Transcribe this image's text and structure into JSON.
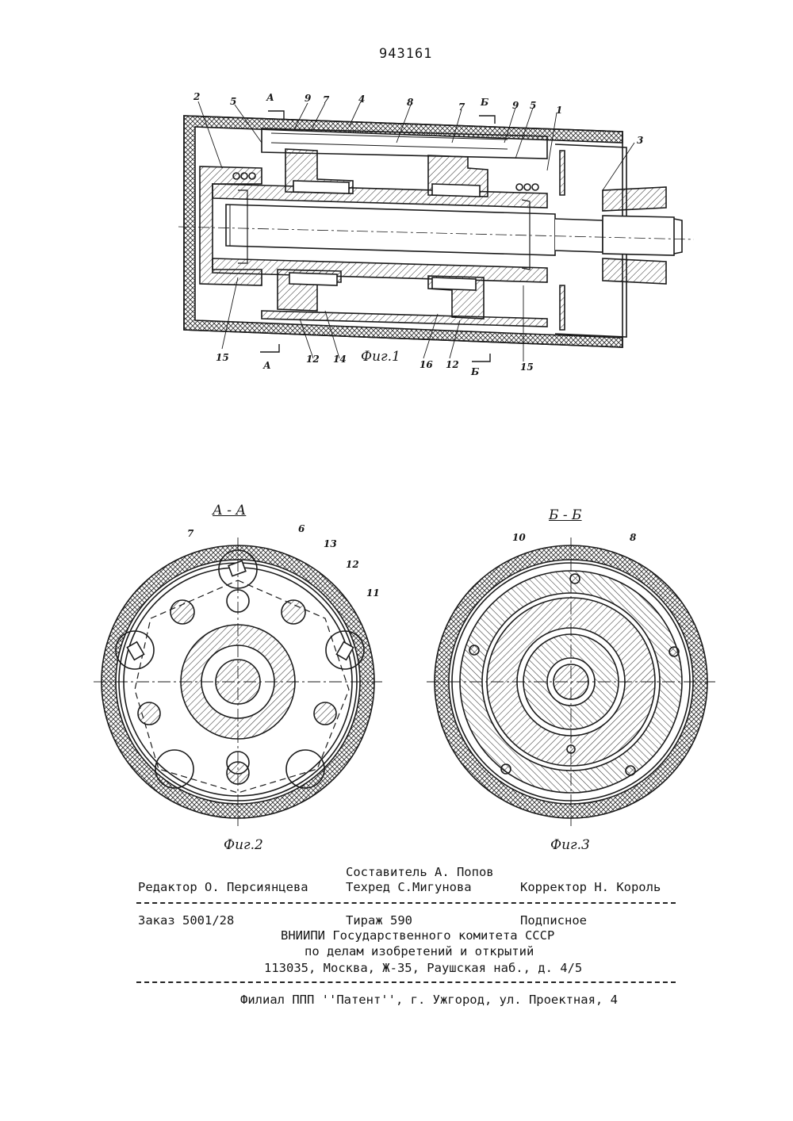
{
  "patent_number": "943161",
  "fig1": {
    "caption": "Фиг.1",
    "labels": {
      "l2": "2",
      "l5a": "5",
      "lA_top": "А",
      "l9a": "9",
      "l7a": "7",
      "l4": "4",
      "l8": "8",
      "l7b": "7",
      "lB_top": "Б",
      "l9b": "9",
      "l5b": "5",
      "l1": "1",
      "l3": "3",
      "l15a": "15",
      "lA_bot": "А",
      "l12a": "12",
      "l14": "14",
      "l16": "16",
      "l12b": "12",
      "lB_bot": "Б",
      "l15b": "15"
    }
  },
  "fig2": {
    "section": "А - А",
    "caption": "Фиг.2",
    "labels": {
      "l7": "7",
      "l6": "6",
      "l13": "13",
      "l12": "12",
      "l11": "11"
    }
  },
  "fig3": {
    "section": "Б - Б",
    "caption": "Фиг.3",
    "labels": {
      "l10": "10",
      "l8": "8"
    }
  },
  "footer": {
    "composer": "Составитель А. Попов",
    "editor": "Редактор О. Персиянцева",
    "techred": "Техред С.Мигунова",
    "corrector": "Корректор Н. Король",
    "order": "Заказ 5001/28",
    "circulation": "Тираж 590",
    "subscription": "Подписное",
    "org1": "ВНИИПИ Государственного комитета СССР",
    "org2": "по делам изобретений и открытий",
    "address": "113035, Москва, Ж-35, Раушская наб., д. 4/5",
    "branch": "Филиал ППП ''Патент'', г. Ужгород, ул. Проектная, 4"
  }
}
